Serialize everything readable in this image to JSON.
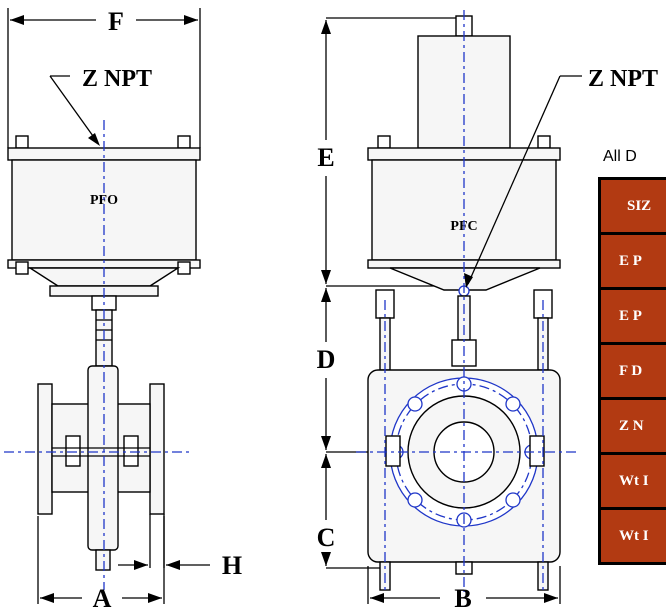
{
  "labels": {
    "dim_f": "F",
    "dim_e": "E",
    "dim_d": "D",
    "dim_c": "C",
    "dim_a": "A",
    "dim_b": "B",
    "dim_h": "H",
    "z_npt_left": "Z NPT",
    "z_npt_right": "Z NPT",
    "actuator_pfo": "PFO",
    "actuator_pfc": "PFC"
  },
  "note": "All D",
  "table": {
    "rows": [
      "SIZ",
      "E P",
      "E P",
      "F D",
      "Z N",
      "Wt I",
      "Wt I"
    ]
  },
  "colors": {
    "centerline": "#1f36c8",
    "table_fill": "#b23a12",
    "table_text": "#ffffff"
  }
}
